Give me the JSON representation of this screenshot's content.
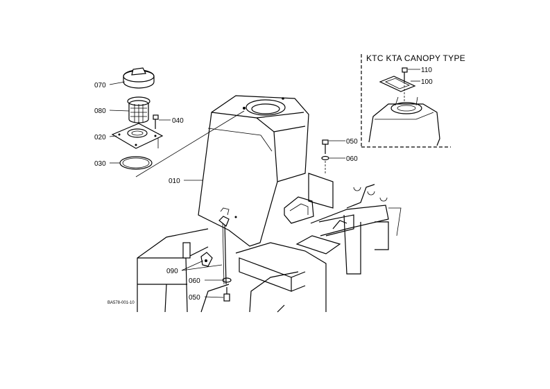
{
  "inset": {
    "title": "KTC KTA CANOPY TYPE"
  },
  "labels": {
    "p010": "010",
    "p020": "020",
    "p030": "030",
    "p040": "040",
    "p050_right": "050",
    "p060_right": "060",
    "p070": "070",
    "p080": "080",
    "p090": "090",
    "p060_bottom": "060",
    "p050_bottom": "050",
    "p110": "110",
    "p100": "100"
  },
  "drawing_code": "BA578-001-10"
}
